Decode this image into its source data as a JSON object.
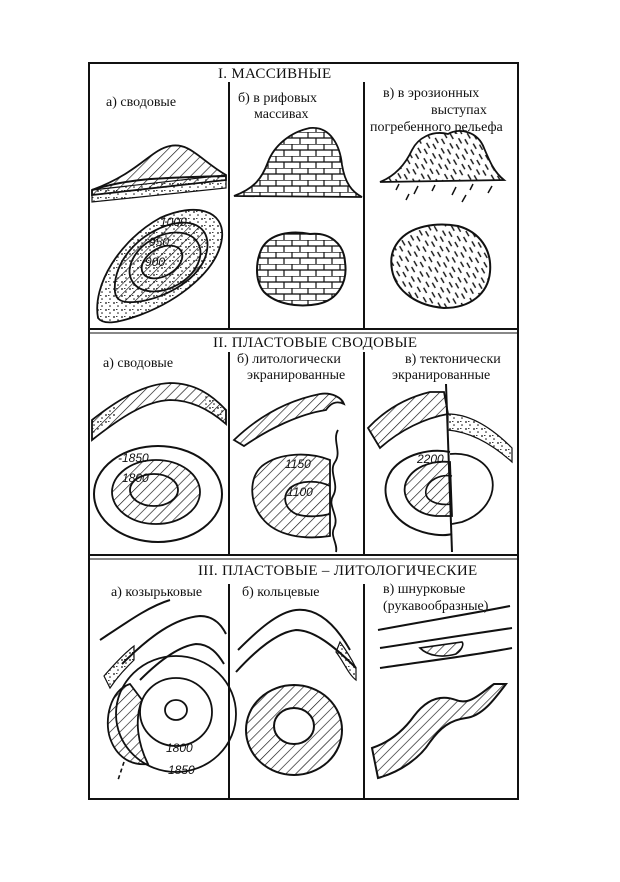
{
  "sections": [
    {
      "title": "I. МАССИВНЫЕ",
      "panels": [
        {
          "label": "а) сводовые",
          "contours": [
            "1000",
            "950",
            "900"
          ]
        },
        {
          "label_lines": [
            "б) в рифовых",
            "массивах"
          ]
        },
        {
          "label_lines": [
            "в)   в   эрозионных",
            "выступах",
            "погребенного рельефа"
          ]
        }
      ]
    },
    {
      "title": "II. ПЛАСТОВЫЕ СВОДОВЫЕ",
      "panels": [
        {
          "label": "а) сводовые",
          "contours": [
            "1850",
            "1800"
          ]
        },
        {
          "label_lines": [
            "б) литологически",
            "экранированные"
          ],
          "contours": [
            "1150",
            "1100"
          ]
        },
        {
          "label_lines": [
            "в) тектонически",
            "экранированные"
          ],
          "contours": [
            "2200"
          ]
        }
      ]
    },
    {
      "title": "III.  ПЛАСТОВЫЕ – ЛИТОЛОГИЧЕСКИЕ",
      "panels": [
        {
          "label": "а) козырьковые",
          "contours": [
            "1800",
            "1850"
          ]
        },
        {
          "label": "б) кольцевые"
        },
        {
          "label_lines": [
            "в) шнурковые",
            "(рукавообразные)"
          ]
        }
      ]
    }
  ]
}
